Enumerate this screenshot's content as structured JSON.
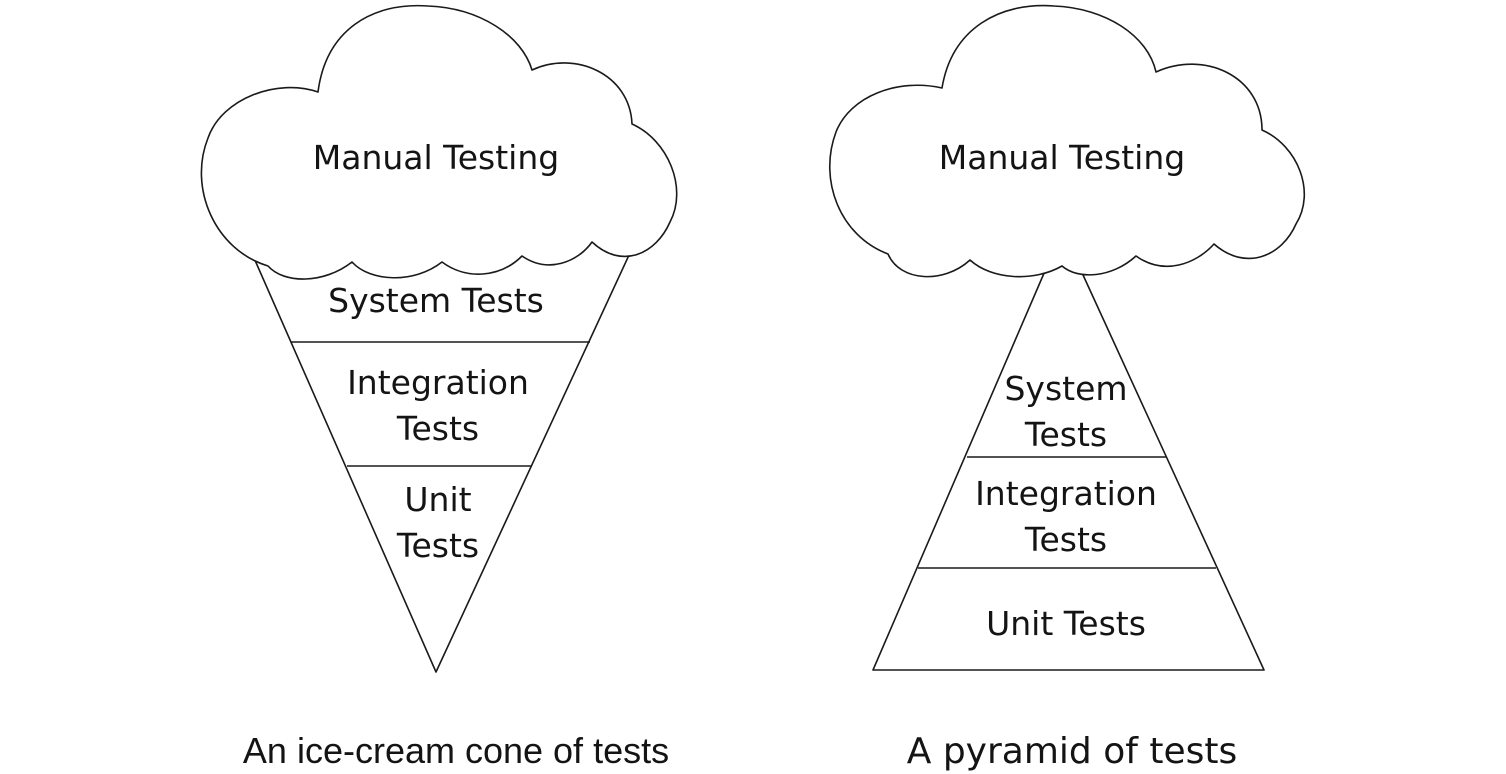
{
  "ice_cream_cone": {
    "cloud_label": "Manual Testing",
    "layers": {
      "system": [
        "System Tests"
      ],
      "integration": [
        "Integration",
        "Tests"
      ],
      "unit": [
        "Unit",
        "Tests"
      ]
    },
    "caption": "An ice-cream cone of tests"
  },
  "pyramid": {
    "cloud_label": "Manual Testing",
    "layers": {
      "system": [
        "System",
        "Tests"
      ],
      "integration": [
        "Integration",
        "Tests"
      ],
      "unit": [
        "Unit Tests"
      ]
    },
    "caption": "A pyramid of tests"
  }
}
